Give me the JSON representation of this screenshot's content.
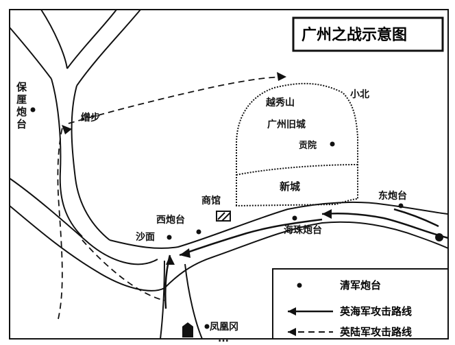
{
  "title": "广州之战示意图",
  "labels": {
    "baoli": "保厘炮台",
    "nibu": "缯步",
    "yuexiu": "越秀山",
    "xiaobei": "小北",
    "old_city": "广州旧城",
    "gongyuan": "贡院",
    "new_city": "新城",
    "shangguan": "商馆",
    "xi_paotai": "西炮台",
    "dong_paotai": "东炮台",
    "haizhu_paotai": "海珠炮台",
    "shamian": "沙面",
    "fenghuang": "凤凰冈",
    "bottom_cut": "..."
  },
  "legend": {
    "fort": "清军炮台",
    "navy_route": "英海军攻击路线",
    "army_route": "英陆军攻击路线"
  },
  "colors": {
    "ink": "#111111",
    "background": "#ffffff"
  }
}
